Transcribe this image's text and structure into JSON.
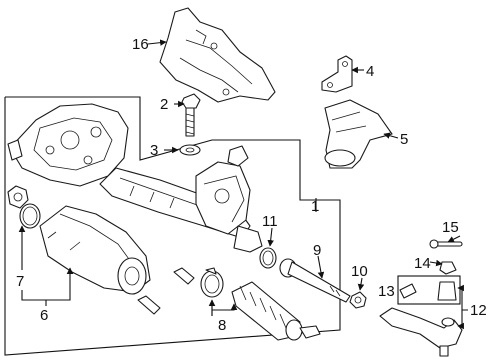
{
  "callouts": [
    "1",
    "2",
    "3",
    "4",
    "5",
    "6",
    "7",
    "8",
    "9",
    "10",
    "11",
    "12",
    "13",
    "14",
    "15",
    "16"
  ],
  "colors": {
    "line": "#1a1a1a",
    "background": "#ffffff"
  }
}
